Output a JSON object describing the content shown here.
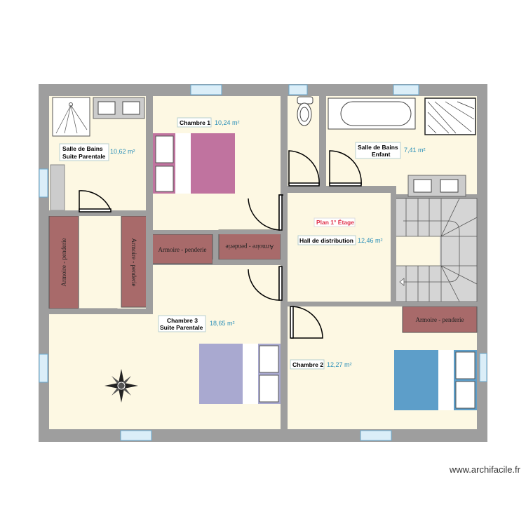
{
  "plan_title": "Plan 1° Étage",
  "rooms": [
    {
      "name_line1": "Salle de Bains",
      "name_line2": "Suite Parentale",
      "area": "10,62 m²"
    },
    {
      "name_line1": "Chambre 1",
      "area": "10,24 m²"
    },
    {
      "name_line1": "Salle de Bains",
      "name_line2": "Enfant",
      "area": "7,41 m²"
    },
    {
      "name_line1": "Hall de distribution",
      "area": "12,46 m²"
    },
    {
      "name_line1": "Chambre 3",
      "name_line2": "Suite Parentale",
      "area": "18,65 m²"
    },
    {
      "name_line1": "Chambre 2",
      "area": "12,27 m²"
    }
  ],
  "wardrobe_label": "Armoire - penderie",
  "watermark": "www.archifacile.fr",
  "colors": {
    "wall": "#9e9e9e",
    "floor": "#fdf8e3",
    "bed1": "#c0739f",
    "bed3": "#a9a9d0",
    "bed2": "#5d9ec9",
    "wardrobe": "#a86a6a",
    "area_text": "#2a8fb8",
    "title": "#e0304a"
  }
}
